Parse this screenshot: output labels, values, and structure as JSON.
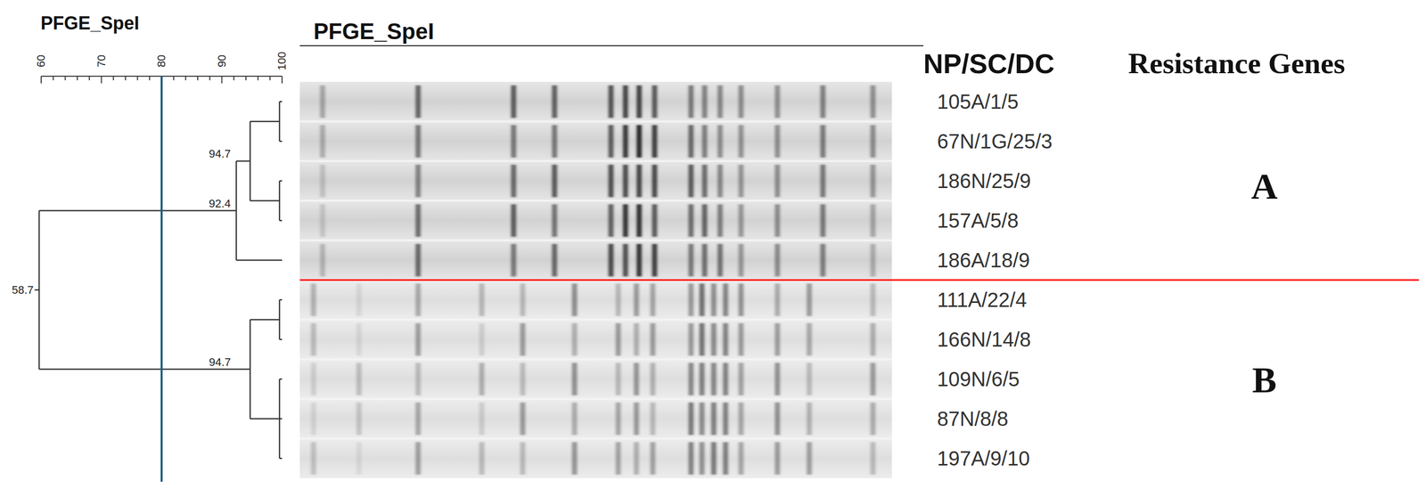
{
  "diagram": {
    "labels": [
      "PFGE_SpeI",
      "60",
      "70",
      "80",
      "90",
      "100",
      "94.7",
      "92.4",
      "58.7",
      "94.7",
      "PFGE_SpeI",
      "NP/SC/DC",
      "Resistance Genes",
      "105A/1/5",
      "67N/1G/25/3",
      "186N/25/9",
      "157A/5/8",
      "186A/18/9",
      "111A/22/4",
      "166N/14/8",
      "109N/6/5",
      "87N/8/8",
      "197A/9/10",
      "A",
      "B"
    ]
  }
}
